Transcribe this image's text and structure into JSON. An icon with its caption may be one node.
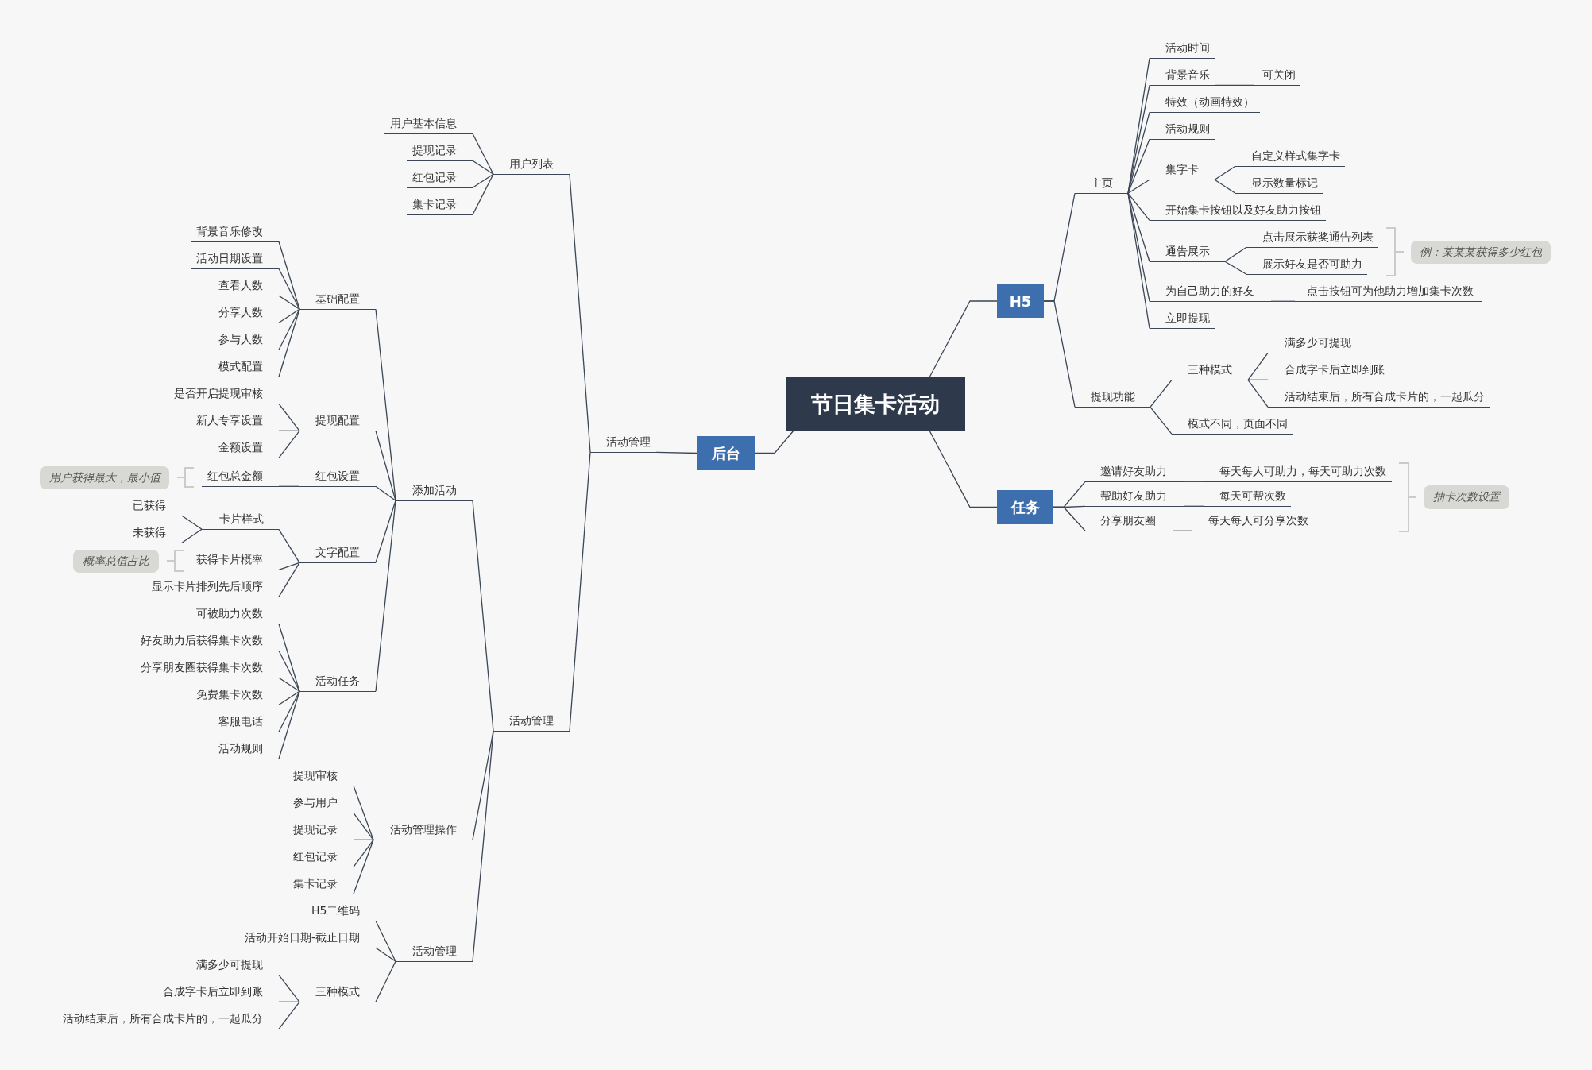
{
  "diagram": {
    "nodes": [
      {
        "text": [
          "节日集卡活动"
        ]
      },
      {
        "text": [
          "H5"
        ]
      },
      {
        "text": [
          "主页"
        ]
      },
      {
        "text": [
          "活动时间"
        ]
      },
      {
        "text": [
          "背景音乐"
        ]
      },
      {
        "text": [
          "可关闭"
        ]
      },
      {
        "text": [
          "特效（动画特效）"
        ]
      },
      {
        "text": [
          "活动规则"
        ]
      },
      {
        "text": [
          "集字卡"
        ]
      },
      {
        "text": [
          "自定义样式集字卡"
        ]
      },
      {
        "text": [
          "显示数量标记"
        ]
      },
      {
        "text": [
          "开始集卡按钮以及好友助力按钮"
        ]
      },
      {
        "text": [
          "通告展示"
        ]
      },
      {
        "text": [
          "点击展示获奖通告列表"
        ]
      },
      {
        "text": [
          "展示好友是否可助力"
        ]
      },
      {
        "text": [
          "例：某某某获得多少红包"
        ]
      },
      {
        "text": [
          "为自己助力的好友"
        ]
      },
      {
        "text": [
          "点击按钮可为他助力增加集卡次数"
        ]
      },
      {
        "text": [
          "立即提现"
        ]
      },
      {
        "text": [
          "提现功能"
        ]
      },
      {
        "text": [
          "三种模式"
        ]
      },
      {
        "text": [
          "满多少可提现"
        ]
      },
      {
        "text": [
          "合成字卡后立即到账"
        ]
      },
      {
        "text": [
          "活动结束后，所有合成卡片的，一起瓜分"
        ]
      },
      {
        "text": [
          "模式不同，页面不同"
        ]
      },
      {
        "text": [
          "任务"
        ]
      },
      {
        "text": [
          "邀请好友助力"
        ]
      },
      {
        "text": [
          "每天每人可助力，每天可助力次数"
        ]
      },
      {
        "text": [
          "帮助好友助力"
        ]
      },
      {
        "text": [
          "每天可帮次数"
        ]
      },
      {
        "text": [
          "分享朋友圈"
        ]
      },
      {
        "text": [
          "每天每人可分享次数"
        ]
      },
      {
        "text": [
          "抽卡次数设置"
        ]
      },
      {
        "text": [
          "后台"
        ]
      },
      {
        "text": [
          "活动管理"
        ]
      },
      {
        "text": [
          "用户列表"
        ]
      },
      {
        "text": [
          "用户基本信息"
        ]
      },
      {
        "text": [
          "提现记录"
        ]
      },
      {
        "text": [
          "红包记录"
        ]
      },
      {
        "text": [
          "集卡记录"
        ]
      },
      {
        "text": [
          "活动管理"
        ]
      },
      {
        "text": [
          "添加活动"
        ]
      },
      {
        "text": [
          "基础配置"
        ]
      },
      {
        "text": [
          "背景音乐修改"
        ]
      },
      {
        "text": [
          "活动日期设置"
        ]
      },
      {
        "text": [
          "查看人数"
        ]
      },
      {
        "text": [
          "分享人数"
        ]
      },
      {
        "text": [
          "参与人数"
        ]
      },
      {
        "text": [
          "模式配置"
        ]
      },
      {
        "text": [
          "提现配置"
        ]
      },
      {
        "text": [
          "是否开启提现审核"
        ]
      },
      {
        "text": [
          "新人专享设置"
        ]
      },
      {
        "text": [
          "金额设置"
        ]
      },
      {
        "text": [
          "红包设置"
        ]
      },
      {
        "text": [
          "红包总金额"
        ]
      },
      {
        "text": [
          "用户获得最大，最小值"
        ]
      },
      {
        "text": [
          "文字配置"
        ]
      },
      {
        "text": [
          "卡片样式"
        ]
      },
      {
        "text": [
          "已获得"
        ]
      },
      {
        "text": [
          "未获得"
        ]
      },
      {
        "text": [
          "获得卡片概率"
        ]
      },
      {
        "text": [
          "概率总值占比"
        ]
      },
      {
        "text": [
          "显示卡片排列先后顺序"
        ]
      },
      {
        "text": [
          "活动任务"
        ]
      },
      {
        "text": [
          "可被助力次数"
        ]
      },
      {
        "text": [
          "好友助力后获得集卡次数"
        ]
      },
      {
        "text": [
          "分享朋友圈获得集卡次数"
        ]
      },
      {
        "text": [
          "免费集卡次数"
        ]
      },
      {
        "text": [
          "客服电话"
        ]
      },
      {
        "text": [
          "活动规则"
        ]
      },
      {
        "text": [
          "活动管理操作"
        ]
      },
      {
        "text": [
          "提现审核"
        ]
      },
      {
        "text": [
          "参与用户"
        ]
      },
      {
        "text": [
          "提现记录"
        ]
      },
      {
        "text": [
          "红包记录"
        ]
      },
      {
        "text": [
          "集卡记录"
        ]
      },
      {
        "text": [
          "活动管理"
        ]
      },
      {
        "text": [
          "H5二维码"
        ]
      },
      {
        "text": [
          "活动开始日期-截止日期"
        ]
      },
      {
        "text": [
          "三种模式"
        ]
      },
      {
        "text": [
          "满多少可提现"
        ]
      },
      {
        "text": [
          "合成字卡后立即到账"
        ]
      },
      {
        "text": [
          "活动结束后，所有合成卡片的，一起瓜分"
        ]
      }
    ],
    "edges": [
      {
        "from": 0,
        "to": 1,
        "arrow": "none"
      },
      {
        "from": 0,
        "to": 25,
        "arrow": "none"
      },
      {
        "from": 0,
        "to": 33,
        "arrow": "none"
      },
      {
        "from": 1,
        "to": 2,
        "arrow": "none"
      },
      {
        "from": 1,
        "to": 19,
        "arrow": "none"
      },
      {
        "from": 2,
        "to": 3,
        "arrow": "none"
      },
      {
        "from": 2,
        "to": 4,
        "arrow": "none"
      },
      {
        "from": 4,
        "to": 5,
        "arrow": "none"
      },
      {
        "from": 2,
        "to": 6,
        "arrow": "none"
      },
      {
        "from": 2,
        "to": 7,
        "arrow": "none"
      },
      {
        "from": 2,
        "to": 8,
        "arrow": "none"
      },
      {
        "from": 8,
        "to": 9,
        "arrow": "none"
      },
      {
        "from": 8,
        "to": 10,
        "arrow": "none"
      },
      {
        "from": 2,
        "to": 11,
        "arrow": "none"
      },
      {
        "from": 2,
        "to": 12,
        "arrow": "none"
      },
      {
        "from": 12,
        "to": 13,
        "arrow": "none"
      },
      {
        "from": 12,
        "to": 14,
        "arrow": "none"
      },
      {
        "from": 2,
        "to": 16,
        "arrow": "none"
      },
      {
        "from": 16,
        "to": 17,
        "arrow": "none"
      },
      {
        "from": 2,
        "to": 18,
        "arrow": "none"
      },
      {
        "from": 19,
        "to": 20,
        "arrow": "none"
      },
      {
        "from": 20,
        "to": 21,
        "arrow": "none"
      },
      {
        "from": 20,
        "to": 22,
        "arrow": "none"
      },
      {
        "from": 20,
        "to": 23,
        "arrow": "none"
      },
      {
        "from": 19,
        "to": 24,
        "arrow": "none"
      },
      {
        "from": 25,
        "to": 26,
        "arrow": "none"
      },
      {
        "from": 26,
        "to": 27,
        "arrow": "none"
      },
      {
        "from": 25,
        "to": 28,
        "arrow": "none"
      },
      {
        "from": 28,
        "to": 29,
        "arrow": "none"
      },
      {
        "from": 25,
        "to": 30,
        "arrow": "none"
      },
      {
        "from": 30,
        "to": 31,
        "arrow": "none"
      },
      {
        "from": 33,
        "to": 34,
        "arrow": "none"
      },
      {
        "from": 34,
        "to": 35,
        "arrow": "none"
      },
      {
        "from": 35,
        "to": 36,
        "arrow": "none"
      },
      {
        "from": 35,
        "to": 37,
        "arrow": "none"
      },
      {
        "from": 35,
        "to": 38,
        "arrow": "none"
      },
      {
        "from": 35,
        "to": 39,
        "arrow": "none"
      },
      {
        "from": 34,
        "to": 40,
        "arrow": "none"
      },
      {
        "from": 40,
        "to": 41,
        "arrow": "none"
      },
      {
        "from": 41,
        "to": 42,
        "arrow": "none"
      },
      {
        "from": 42,
        "to": 43,
        "arrow": "none"
      },
      {
        "from": 42,
        "to": 44,
        "arrow": "none"
      },
      {
        "from": 42,
        "to": 45,
        "arrow": "none"
      },
      {
        "from": 42,
        "to": 46,
        "arrow": "none"
      },
      {
        "from": 42,
        "to": 47,
        "arrow": "none"
      },
      {
        "from": 42,
        "to": 48,
        "arrow": "none"
      },
      {
        "from": 41,
        "to": 49,
        "arrow": "none"
      },
      {
        "from": 49,
        "to": 50,
        "arrow": "none"
      },
      {
        "from": 49,
        "to": 51,
        "arrow": "none"
      },
      {
        "from": 49,
        "to": 52,
        "arrow": "none"
      },
      {
        "from": 41,
        "to": 53,
        "arrow": "none"
      },
      {
        "from": 53,
        "to": 54,
        "arrow": "none"
      },
      {
        "from": 41,
        "to": 56,
        "arrow": "none"
      },
      {
        "from": 56,
        "to": 57,
        "arrow": "none"
      },
      {
        "from": 57,
        "to": 58,
        "arrow": "none"
      },
      {
        "from": 57,
        "to": 59,
        "arrow": "none"
      },
      {
        "from": 56,
        "to": 60,
        "arrow": "none"
      },
      {
        "from": 56,
        "to": 62,
        "arrow": "none"
      },
      {
        "from": 41,
        "to": 63,
        "arrow": "none"
      },
      {
        "from": 63,
        "to": 64,
        "arrow": "none"
      },
      {
        "from": 63,
        "to": 65,
        "arrow": "none"
      },
      {
        "from": 63,
        "to": 66,
        "arrow": "none"
      },
      {
        "from": 63,
        "to": 67,
        "arrow": "none"
      },
      {
        "from": 63,
        "to": 68,
        "arrow": "none"
      },
      {
        "from": 63,
        "to": 69,
        "arrow": "none"
      },
      {
        "from": 40,
        "to": 70,
        "arrow": "none"
      },
      {
        "from": 70,
        "to": 71,
        "arrow": "none"
      },
      {
        "from": 70,
        "to": 72,
        "arrow": "none"
      },
      {
        "from": 70,
        "to": 73,
        "arrow": "none"
      },
      {
        "from": 70,
        "to": 74,
        "arrow": "none"
      },
      {
        "from": 70,
        "to": 75,
        "arrow": "none"
      },
      {
        "from": 40,
        "to": 76,
        "arrow": "none"
      },
      {
        "from": 76,
        "to": 77,
        "arrow": "none"
      },
      {
        "from": 76,
        "to": 78,
        "arrow": "none"
      },
      {
        "from": 76,
        "to": 79,
        "arrow": "none"
      },
      {
        "from": 79,
        "to": 80,
        "arrow": "none"
      },
      {
        "from": 79,
        "to": 81,
        "arrow": "none"
      },
      {
        "from": 79,
        "to": 82,
        "arrow": "none"
      }
    ]
  }
}
